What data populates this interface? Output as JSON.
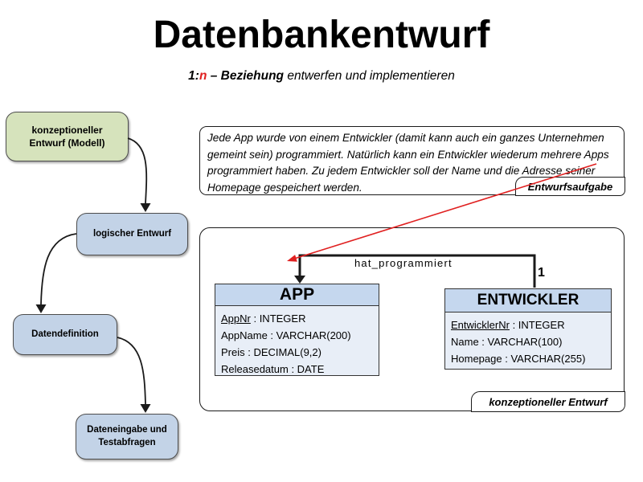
{
  "slide": {
    "title": "Datenbankentwurf",
    "subtitle": {
      "part1_bold": "1:",
      "part2_red": "n",
      "part3_bold": " – Beziehung",
      "part4_italic": " entwerfen und implementieren"
    }
  },
  "flowchart": {
    "steps": [
      {
        "label": "konzeptioneller Entwurf (Modell)",
        "style": "green"
      },
      {
        "label": "logischer Entwurf",
        "style": "blue"
      },
      {
        "label": "Datendefinition",
        "style": "blue"
      },
      {
        "label": "Dateneingabe und Testabfragen",
        "style": "blue"
      }
    ]
  },
  "task_box": {
    "text": "Jede App wurde von einem Entwickler (damit kann auch ein ganzes Unternehmen gemeint sein) programmiert. Natürlich kann ein Entwickler wiederum mehrere Apps programmiert haben. Zu jedem Entwickler soll der Name und die Adresse seiner Homepage gespeichert werden.",
    "label": "Entwurfsaufgabe"
  },
  "er_diagram": {
    "label": "konzeptioneller Entwurf",
    "relationship": {
      "name": "hat_programmiert",
      "cardinality": "1"
    },
    "entities": [
      {
        "name": "APP",
        "attributes": [
          {
            "name": "AppNr",
            "type": "INTEGER",
            "pk": true
          },
          {
            "name": "AppName",
            "type": "VARCHAR(200)",
            "pk": false
          },
          {
            "name": "Preis",
            "type": "DECIMAL(9,2)",
            "pk": false
          },
          {
            "name": "Releasedatum",
            "type": "DATE",
            "pk": false
          }
        ]
      },
      {
        "name": "ENTWICKLER",
        "attributes": [
          {
            "name": "EntwicklerNr",
            "type": "INTEGER",
            "pk": true
          },
          {
            "name": "Name",
            "type": "VARCHAR(100)",
            "pk": false
          },
          {
            "name": "Homepage",
            "type": "VARCHAR(255)",
            "pk": false
          }
        ]
      }
    ]
  },
  "colors": {
    "accent_red": "#e02020",
    "flow_green_fill": "#d6e3bc",
    "flow_blue_fill": "#c3d3e7",
    "entity_header_fill": "#c5d7ee",
    "entity_body_fill": "#e8eef7",
    "connector_black": "#1a1a1a"
  }
}
